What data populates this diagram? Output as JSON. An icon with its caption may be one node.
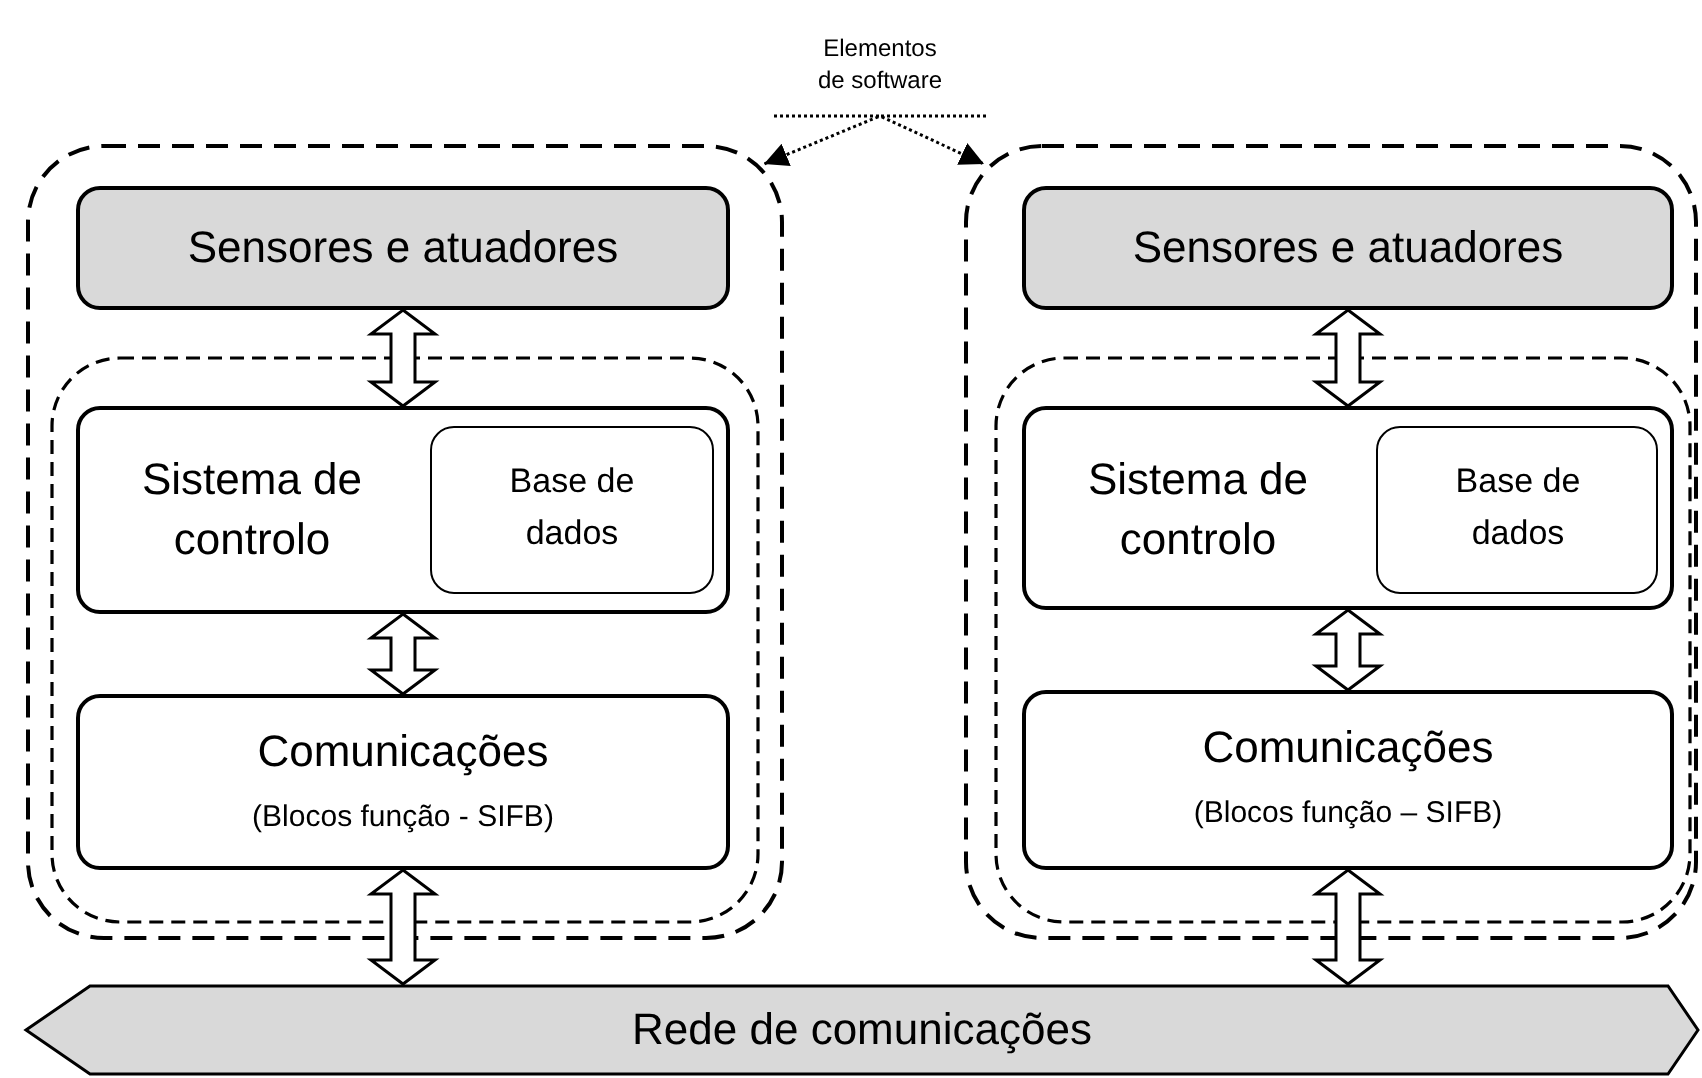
{
  "diagram": {
    "nodes": [
      {
        "text": [
          "Elementos de software"
        ]
      },
      {
        "text": [],
        "shape": "box"
      },
      {
        "text": [
          "Sensores e atuadores"
        ],
        "in": 1
      },
      {
        "text": [],
        "shape": "box",
        "in": 1
      },
      {
        "text": [
          "Sistema de controlo"
        ],
        "in": 3
      },
      {
        "text": [
          "Base de dados"
        ],
        "in": 4
      },
      {
        "text": [
          "Comunicações",
          "(Blocos função - SIFB)"
        ],
        "in": 3
      },
      {
        "text": [],
        "shape": "box"
      },
      {
        "text": [
          "Sensores e atuadores"
        ],
        "in": 7
      },
      {
        "text": [],
        "shape": "box",
        "in": 7
      },
      {
        "text": [
          "Sistema de controlo"
        ],
        "in": 9
      },
      {
        "text": [
          "Base de dados"
        ],
        "in": 10
      },
      {
        "text": [
          "Comunicações",
          "(Blocos função – SIFB)"
        ],
        "in": 9
      },
      {
        "text": [
          "Rede de comunicações"
        ]
      }
    ],
    "edges": [
      {
        "from": 0,
        "to": 1,
        "arrow": "to",
        "style": "dashed"
      },
      {
        "from": 0,
        "to": 7,
        "arrow": "to",
        "style": "dashed"
      },
      {
        "from": 2,
        "to": 4,
        "arrow": "both"
      },
      {
        "from": 4,
        "to": 6,
        "arrow": "both"
      },
      {
        "from": 6,
        "to": 13,
        "arrow": "both"
      },
      {
        "from": 8,
        "to": 10,
        "arrow": "both"
      },
      {
        "from": 10,
        "to": 12,
        "arrow": "both"
      },
      {
        "from": 12,
        "to": 13,
        "arrow": "both"
      }
    ]
  }
}
